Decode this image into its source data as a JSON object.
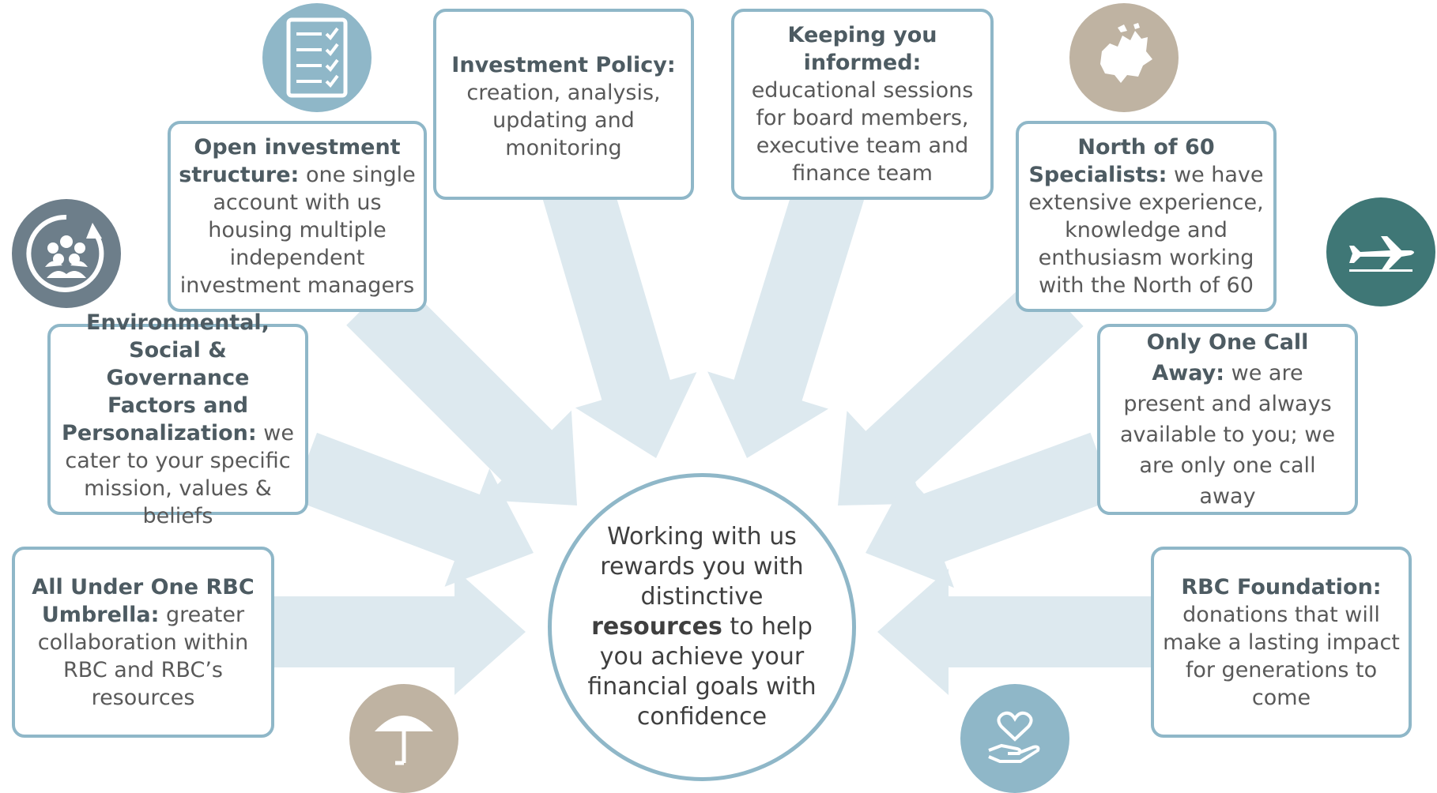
{
  "center": {
    "line1": "Working with us",
    "line2": "rewards you with",
    "line3": "distinctive",
    "bold": "resources",
    "line4": " to help",
    "line5": "you achieve your",
    "line6": "financial goals with",
    "line7": "confidence"
  },
  "boxes": {
    "open_investment": {
      "bold": "Open investment structure:",
      "text": " one single account with us housing multiple independent investment managers"
    },
    "investment_policy": {
      "bold": "Investment Policy:",
      "text": " creation, analysis, updating and monitoring"
    },
    "keeping_informed": {
      "bold": "Keeping you informed:",
      "text": " educational sessions for board members, executive team and finance team"
    },
    "north_of_60": {
      "bold": "North of 60 Specialists:",
      "text": " we have extensive experience, knowledge and enthusiasm working with the North of 60"
    },
    "esg": {
      "bold": "Environmental, Social & Governance Factors and Personalization:",
      "text": " we cater to your specific mission, values & beliefs"
    },
    "one_call": {
      "bold": "Only One Call Away:",
      "text": " we are present and always available to you; we are only one call away"
    },
    "one_rbc": {
      "bold": "All Under One RBC Umbrella:",
      "text": " greater collaboration within RBC and RBC’s resources"
    },
    "foundation": {
      "bold": "RBC Foundation:",
      "text": " donations that will make a lasting impact for generations to come"
    }
  },
  "icons": {
    "checklist": {
      "name": "checklist-icon",
      "color": "#8fb7c8"
    },
    "people": {
      "name": "people-cycle-icon",
      "color": "#6d7e8a"
    },
    "map": {
      "name": "north-map-icon",
      "color": "#bfb3a2"
    },
    "airplane": {
      "name": "airplane-icon",
      "color": "#3f7776"
    },
    "umbrella": {
      "name": "umbrella-icon",
      "color": "#bfb3a2"
    },
    "heart_hand": {
      "name": "heart-hand-icon",
      "color": "#8fb7c8"
    }
  },
  "colors": {
    "box_border": "#8fb7c8",
    "arrow_fill": "#dde9ef",
    "text": "#595959",
    "bold_text": "#4d5b62"
  }
}
